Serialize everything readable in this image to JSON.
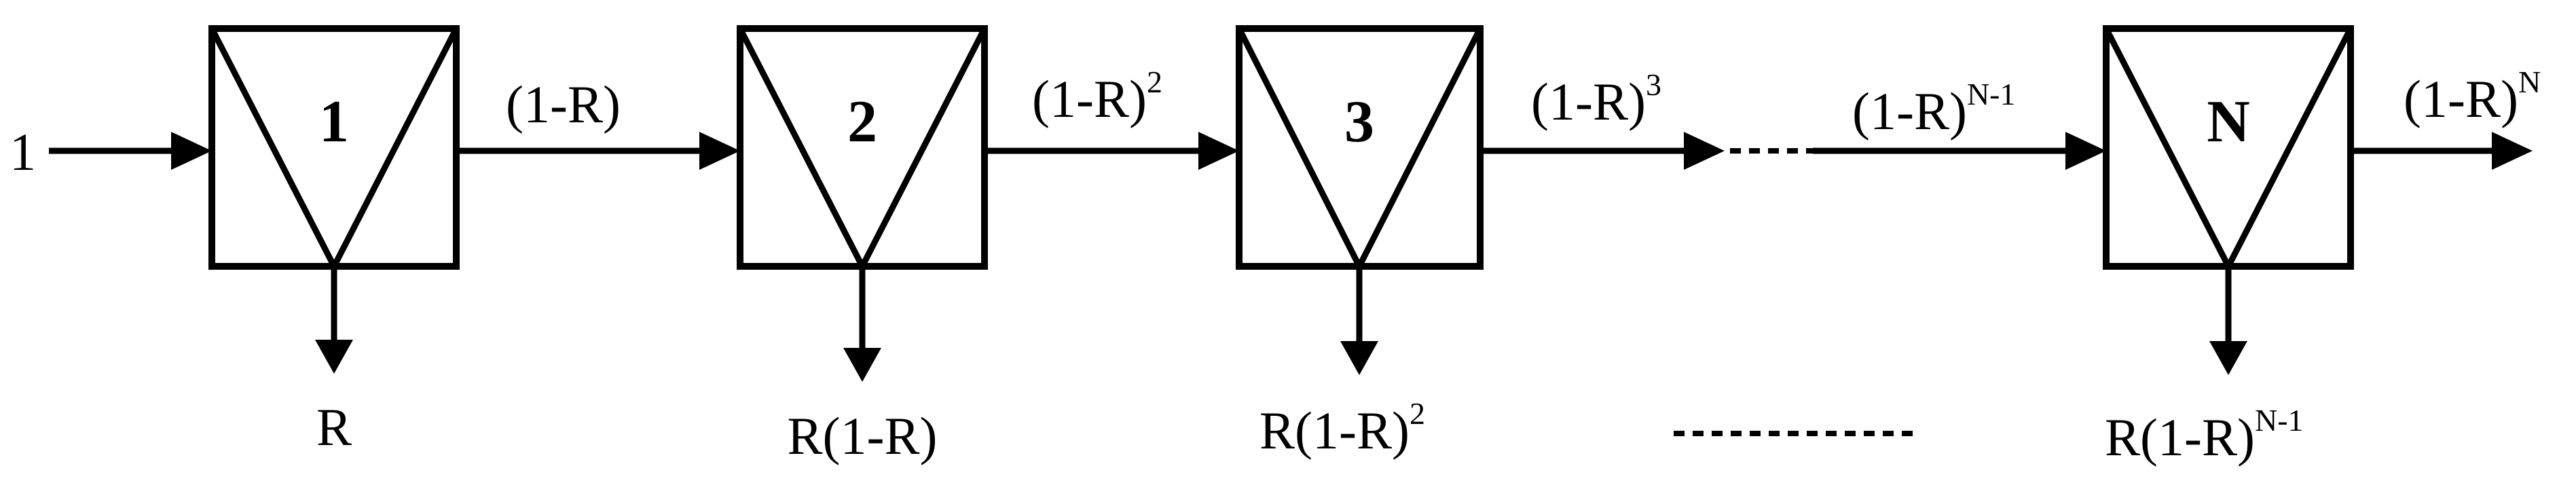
{
  "stages": [
    {
      "label": "1",
      "product": "R"
    },
    {
      "label": "2",
      "product": "R(1-R)"
    },
    {
      "label": "3",
      "product": "R(1-R)",
      "product_exp": "2"
    },
    {
      "label": "N",
      "product": "R(1-R)",
      "product_exp": "N-1"
    }
  ],
  "input_label": "1",
  "flows": [
    {
      "base": "(1-R)",
      "exp": ""
    },
    {
      "base": "(1-R)",
      "exp": "2"
    },
    {
      "base": "(1-R)",
      "exp": "3"
    },
    {
      "base": "(1-R)",
      "exp": "N-1"
    },
    {
      "base": "(1-R)",
      "exp": "N"
    }
  ]
}
